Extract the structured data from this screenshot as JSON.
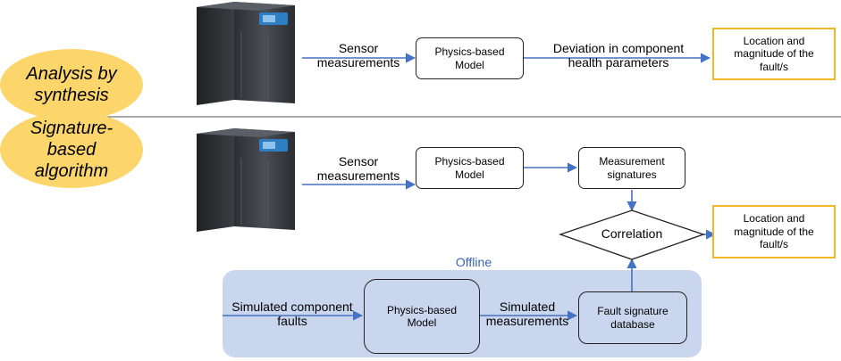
{
  "approaches": {
    "analysis_by_synthesis": "Analysis by\nsynthesis",
    "signature_based": "Signature-\nbased\nalgorithm"
  },
  "top_flow": {
    "sensor_label": "Sensor\nmeasurements",
    "model_label": "Physics-based\nModel",
    "deviation_label": "Deviation in component\nhealth parameters",
    "output_label": "Location and\nmagnitude of the\nfault/s"
  },
  "bottom_flow": {
    "sensor_label": "Sensor\nmeasurements",
    "model_label": "Physics-based\nModel",
    "signatures_label": "Measurement\nsignatures",
    "correlation_label": "Correlation",
    "output_label": "Location and\nmagnitude of the\nfault/s"
  },
  "offline": {
    "title": "Offline",
    "faults_label": "Simulated component\nfaults",
    "model_label": "Physics-based\nModel",
    "simulated_label": "Simulated\nmeasurements",
    "database_label": "Fault signature\ndatabase"
  },
  "colors": {
    "arrow": "#4472c4",
    "ellipse_fill": "#fcd66b",
    "output_border": "#f2b824",
    "offline_fill": "#c9d6ee",
    "offline_title": "#3b63b6",
    "machine_body": "#3a3d42",
    "machine_panel": "#2d7ec3",
    "divider": "#555555"
  },
  "icons": {
    "machine": "industrial-unit-icon"
  }
}
